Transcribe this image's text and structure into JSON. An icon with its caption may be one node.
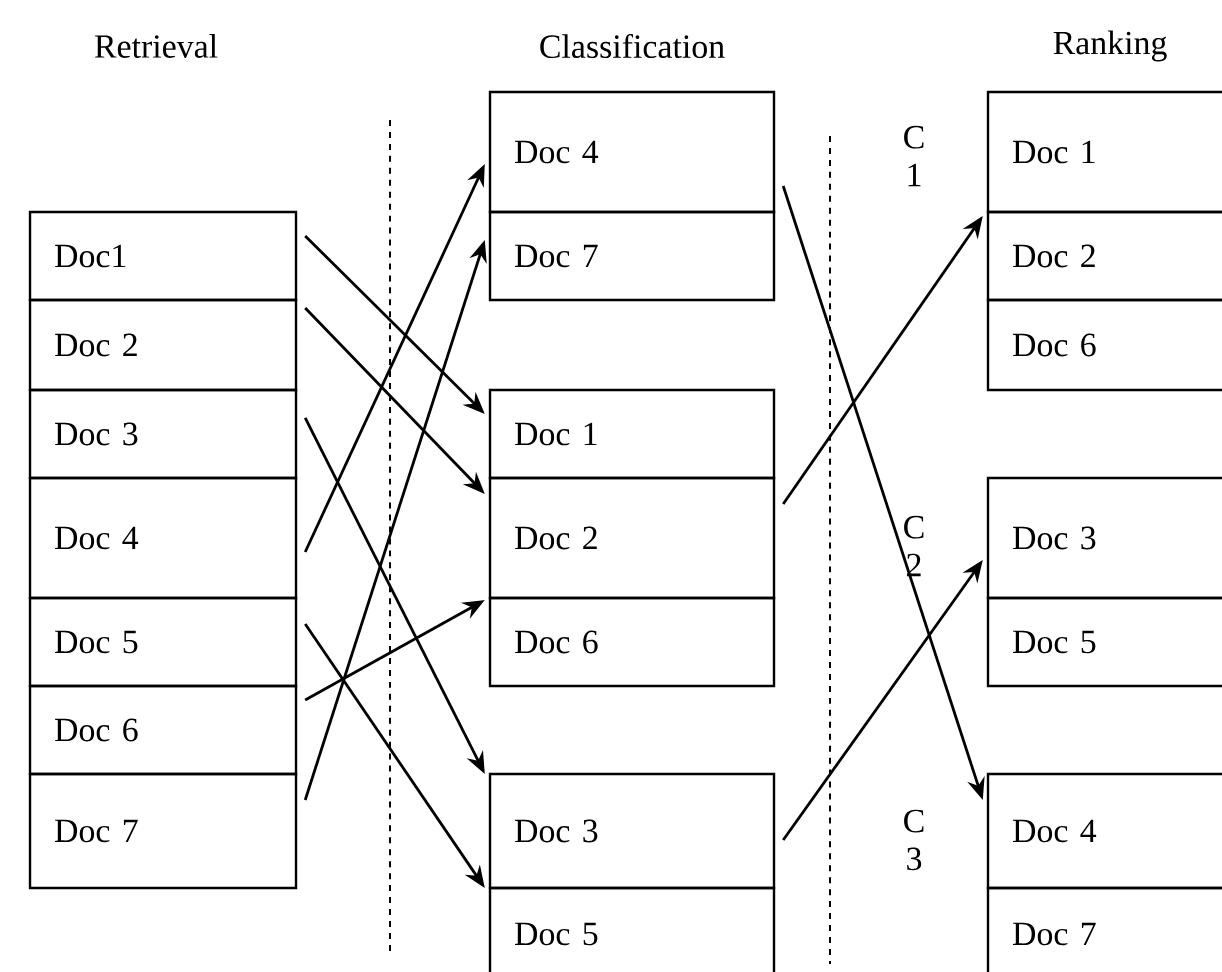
{
  "diagram": {
    "nodes": [
      {
        "text": [
          "Doc1"
        ]
      },
      {
        "text": [
          "Doc 2"
        ]
      },
      {
        "text": [
          "Doc 3"
        ]
      },
      {
        "text": [
          "Doc 4"
        ]
      },
      {
        "text": [
          "Doc 5"
        ]
      },
      {
        "text": [
          "Doc 6"
        ]
      },
      {
        "text": [
          "Doc 7"
        ]
      },
      {
        "text": [
          "Doc 4"
        ]
      },
      {
        "text": [
          "Doc 7"
        ]
      },
      {
        "text": [
          "Doc 1"
        ]
      },
      {
        "text": [
          "Doc 2"
        ]
      },
      {
        "text": [
          "Doc 6"
        ]
      },
      {
        "text": [
          "Doc 3"
        ]
      },
      {
        "text": [
          "Doc 5"
        ]
      },
      {
        "text": [
          "Doc 1"
        ]
      },
      {
        "text": [
          "Doc 2"
        ]
      },
      {
        "text": [
          "Doc 6"
        ]
      },
      {
        "text": [
          "Doc 3"
        ]
      },
      {
        "text": [
          "Doc 5"
        ]
      },
      {
        "text": [
          "Doc 4"
        ]
      },
      {
        "text": [
          "Doc 7"
        ]
      }
    ],
    "edges": [
      {
        "from": 0,
        "to": 9,
        "arrow": "to"
      },
      {
        "from": 1,
        "to": 10,
        "arrow": "to"
      },
      {
        "from": 2,
        "to": 12,
        "arrow": "to"
      },
      {
        "from": 3,
        "to": 7,
        "arrow": "to"
      },
      {
        "from": 4,
        "to": 13,
        "arrow": "to"
      },
      {
        "from": 5,
        "to": 11,
        "arrow": "to"
      },
      {
        "from": 6,
        "to": 8,
        "arrow": "to"
      },
      {
        "from": 7,
        "to": 19,
        "arrow": "to"
      },
      {
        "from": 10,
        "to": 15,
        "arrow": "to"
      },
      {
        "from": 12,
        "to": 17,
        "arrow": "to"
      }
    ],
    "labels": [
      "Retrieval",
      "Classification",
      "Ranking",
      "C 1",
      "C 2",
      "C 3"
    ]
  }
}
